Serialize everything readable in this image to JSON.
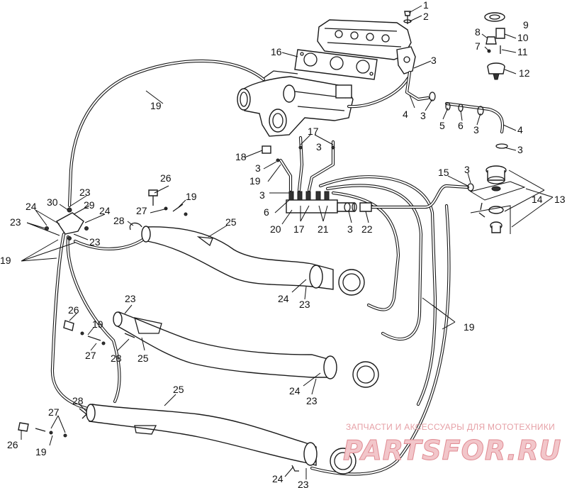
{
  "watermark": {
    "caption": "ЗАПЧАСТИ И АКСЕССУАРЫ ДЛЯ МОТОТЕХНИКИ",
    "logo": "PARTSFOR.RU"
  },
  "callouts": [
    {
      "id": "c1",
      "label": "1"
    },
    {
      "id": "c2",
      "label": "2"
    },
    {
      "id": "c3a",
      "label": "3"
    },
    {
      "id": "c4a",
      "label": "4"
    },
    {
      "id": "c3b",
      "label": "3"
    },
    {
      "id": "c5",
      "label": "5"
    },
    {
      "id": "c6a",
      "label": "6"
    },
    {
      "id": "c3c",
      "label": "3"
    },
    {
      "id": "c4b",
      "label": "4"
    },
    {
      "id": "c3d",
      "label": "3"
    },
    {
      "id": "c7",
      "label": "7"
    },
    {
      "id": "c8",
      "label": "8"
    },
    {
      "id": "c9",
      "label": "9"
    },
    {
      "id": "c10",
      "label": "10"
    },
    {
      "id": "c11",
      "label": "11"
    },
    {
      "id": "c12",
      "label": "12"
    },
    {
      "id": "c13",
      "label": "13"
    },
    {
      "id": "c14",
      "label": "14"
    },
    {
      "id": "c15",
      "label": "15"
    },
    {
      "id": "c3e",
      "label": "3"
    },
    {
      "id": "c16",
      "label": "16"
    },
    {
      "id": "c17a",
      "label": "17"
    },
    {
      "id": "c3f",
      "label": "3"
    },
    {
      "id": "c18",
      "label": "18"
    },
    {
      "id": "c3g",
      "label": "3"
    },
    {
      "id": "c19a",
      "label": "19"
    },
    {
      "id": "c3h",
      "label": "3"
    },
    {
      "id": "c6b",
      "label": "6"
    },
    {
      "id": "c20",
      "label": "20"
    },
    {
      "id": "c17b",
      "label": "17"
    },
    {
      "id": "c21",
      "label": "21"
    },
    {
      "id": "c3i",
      "label": "3"
    },
    {
      "id": "c22",
      "label": "22"
    },
    {
      "id": "c19b",
      "label": "19"
    },
    {
      "id": "c26a",
      "label": "26"
    },
    {
      "id": "c19c",
      "label": "19"
    },
    {
      "id": "c27a",
      "label": "27"
    },
    {
      "id": "c28a",
      "label": "28"
    },
    {
      "id": "c25a",
      "label": "25"
    },
    {
      "id": "c23a",
      "label": "23"
    },
    {
      "id": "c30",
      "label": "30"
    },
    {
      "id": "c24a",
      "label": "24"
    },
    {
      "id": "c29",
      "label": "29"
    },
    {
      "id": "c24b",
      "label": "24"
    },
    {
      "id": "c23b",
      "label": "23"
    },
    {
      "id": "c23c",
      "label": "23"
    },
    {
      "id": "c19d",
      "label": "19"
    },
    {
      "id": "c24c",
      "label": "24"
    },
    {
      "id": "c23d",
      "label": "23"
    },
    {
      "id": "c19e",
      "label": "19"
    },
    {
      "id": "c23e",
      "label": "23"
    },
    {
      "id": "c26b",
      "label": "26"
    },
    {
      "id": "c19f",
      "label": "19"
    },
    {
      "id": "c27b",
      "label": "27"
    },
    {
      "id": "c28b",
      "label": "28"
    },
    {
      "id": "c25b",
      "label": "25"
    },
    {
      "id": "c24d",
      "label": "24"
    },
    {
      "id": "c23f",
      "label": "23"
    },
    {
      "id": "c25c",
      "label": "25"
    },
    {
      "id": "c28c",
      "label": "28"
    },
    {
      "id": "c27c",
      "label": "27"
    },
    {
      "id": "c26c",
      "label": "26"
    },
    {
      "id": "c19g",
      "label": "19"
    },
    {
      "id": "c24e",
      "label": "24"
    },
    {
      "id": "c23g",
      "label": "23"
    }
  ]
}
